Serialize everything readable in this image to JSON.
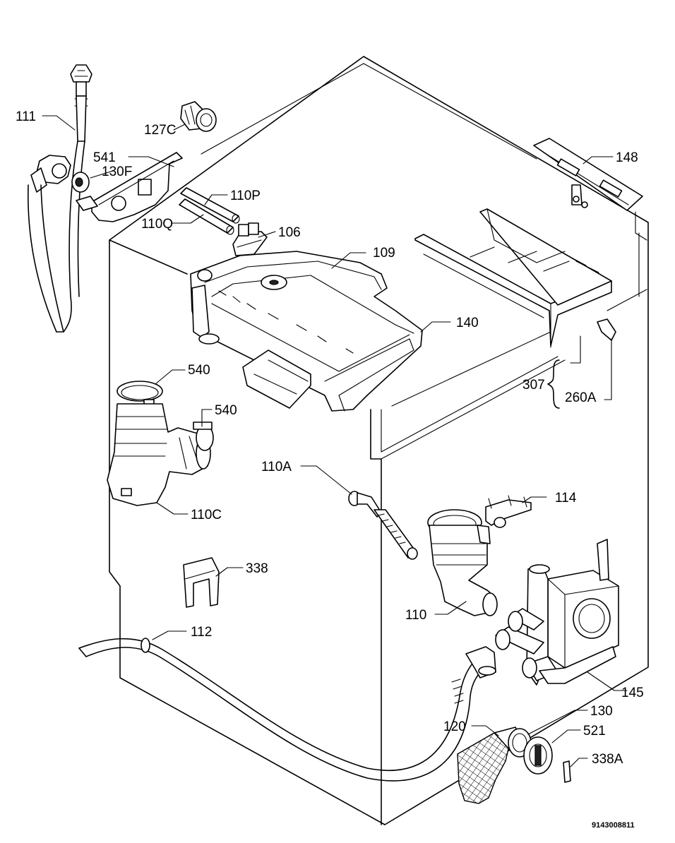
{
  "diagram": {
    "reference_code": "9143008811",
    "labels": [
      {
        "id": "111",
        "text": "111"
      },
      {
        "id": "127c",
        "text": "127C"
      },
      {
        "id": "541",
        "text": "541"
      },
      {
        "id": "130f",
        "text": "130F"
      },
      {
        "id": "110p",
        "text": "110P"
      },
      {
        "id": "110q",
        "text": "110Q"
      },
      {
        "id": "106",
        "text": "106"
      },
      {
        "id": "109",
        "text": "109"
      },
      {
        "id": "140",
        "text": "140"
      },
      {
        "id": "148",
        "text": "148"
      },
      {
        "id": "307",
        "text": "307"
      },
      {
        "id": "260a",
        "text": "260A"
      },
      {
        "id": "540a",
        "text": "540"
      },
      {
        "id": "540b",
        "text": "540"
      },
      {
        "id": "110c",
        "text": "110C"
      },
      {
        "id": "110a",
        "text": "110A"
      },
      {
        "id": "114",
        "text": "114"
      },
      {
        "id": "338",
        "text": "338"
      },
      {
        "id": "110",
        "text": "110"
      },
      {
        "id": "112",
        "text": "112"
      },
      {
        "id": "145",
        "text": "145"
      },
      {
        "id": "130",
        "text": "130"
      },
      {
        "id": "120",
        "text": "120"
      },
      {
        "id": "521",
        "text": "521"
      },
      {
        "id": "338a",
        "text": "338A"
      }
    ]
  }
}
